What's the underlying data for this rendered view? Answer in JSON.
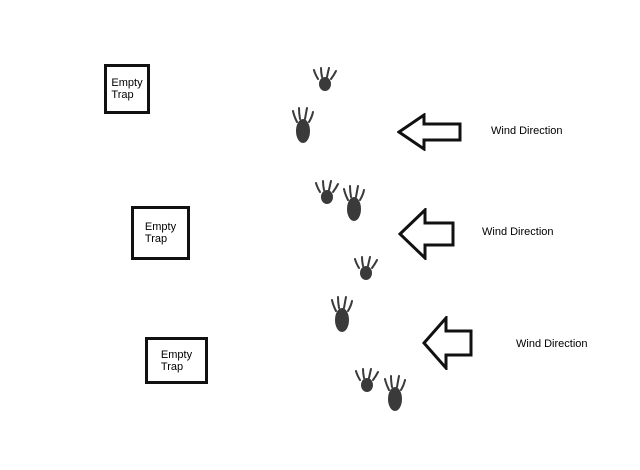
{
  "traps": [
    {
      "label": "Empty\nTrap"
    },
    {
      "label": "Empty\nTrap"
    },
    {
      "label": "Empty\nTrap"
    }
  ],
  "wind": [
    {
      "label": "Wind Direction"
    },
    {
      "label": "Wind Direction"
    },
    {
      "label": "Wind Direction"
    }
  ],
  "colors": {
    "ink": "#111111",
    "paw": "#3a3a3a",
    "background": "#ffffff"
  },
  "icons": {
    "arrow": "left-arrow-icon",
    "paw": "paw-print-icon"
  }
}
